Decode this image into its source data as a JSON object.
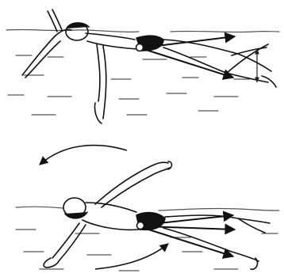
{
  "figure": {
    "panels": [
      {
        "id": "top",
        "stroke": "arm-recovery-front-crawl",
        "hip_marker": "open-circle",
        "force_arrows": 2,
        "kick_indicator": "vertical-double-arrow"
      },
      {
        "id": "bottom",
        "stroke": "arm-recovery-backstroke",
        "hip_marker": "open-circle",
        "force_arrows": 3,
        "rotation_arrows": 2
      }
    ],
    "colors": {
      "ink": "#111111",
      "water_line": "#555555",
      "background": "#ffffff"
    }
  }
}
